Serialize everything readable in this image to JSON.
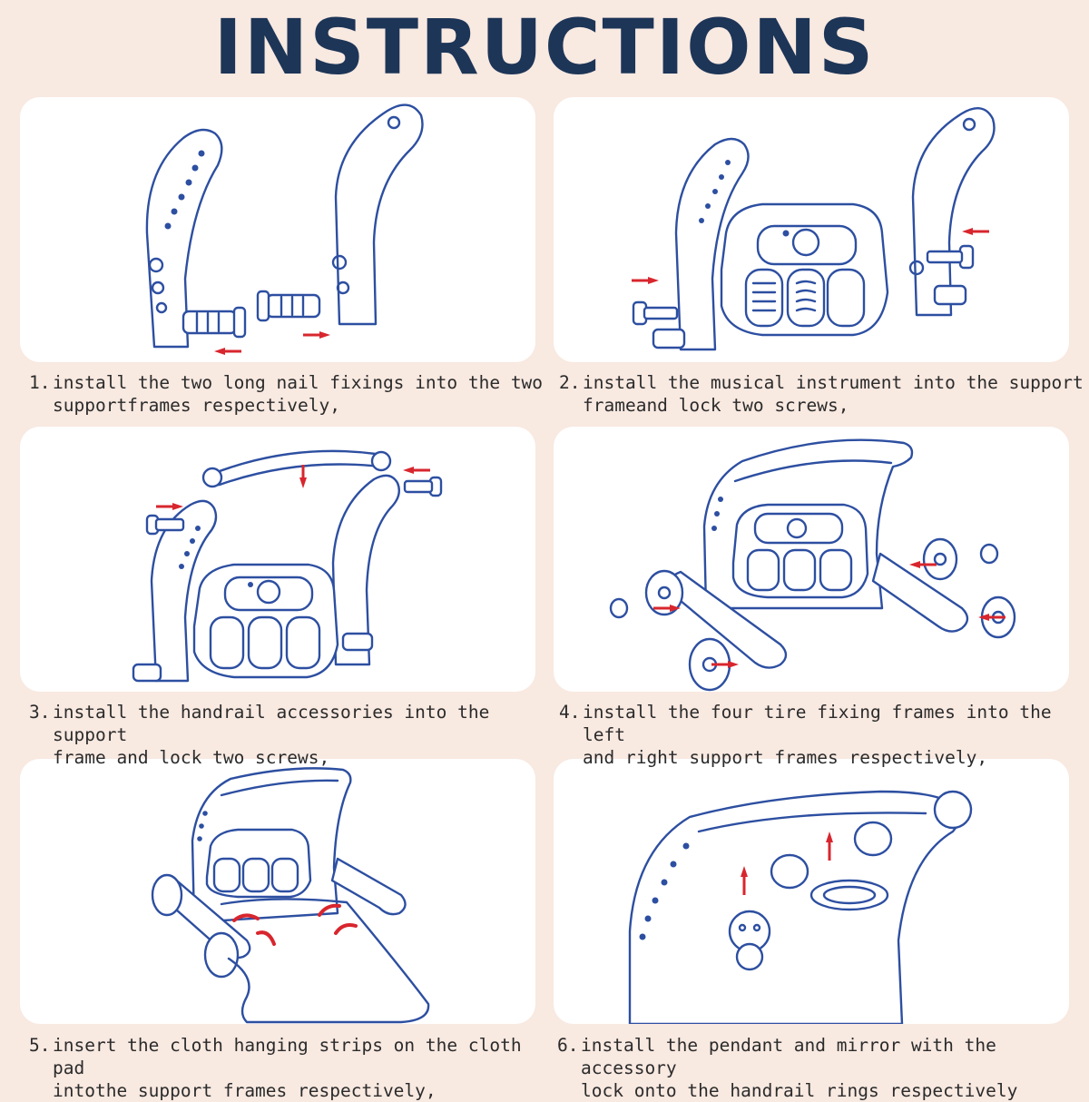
{
  "title": "INSTRUCTIONS",
  "colors": {
    "background": "#f8e9e1",
    "title": "#1d3557",
    "line_art": "#2d4fa1",
    "arrow": "#d8262e",
    "card": "#ffffff"
  },
  "steps": [
    {
      "number": "1.",
      "text": "install the two long nail fixings into the two\nsupportframes respectively,"
    },
    {
      "number": "2.",
      "text": "install the musical instrument into the support\nframeand lock two screws,"
    },
    {
      "number": "3.",
      "text": "install the handrail accessories into the support\nframe and lock two screws,"
    },
    {
      "number": "4.",
      "text": "install the four tire fixing frames into the left\nand right support frames respectively,"
    },
    {
      "number": "5.",
      "text": "insert the cloth hanging strips on the cloth pad\nintothe support frames respectively,"
    },
    {
      "number": "6.",
      "text": "install the pendant and mirror with the accessory\nlock onto the handrail rings respectively"
    }
  ]
}
